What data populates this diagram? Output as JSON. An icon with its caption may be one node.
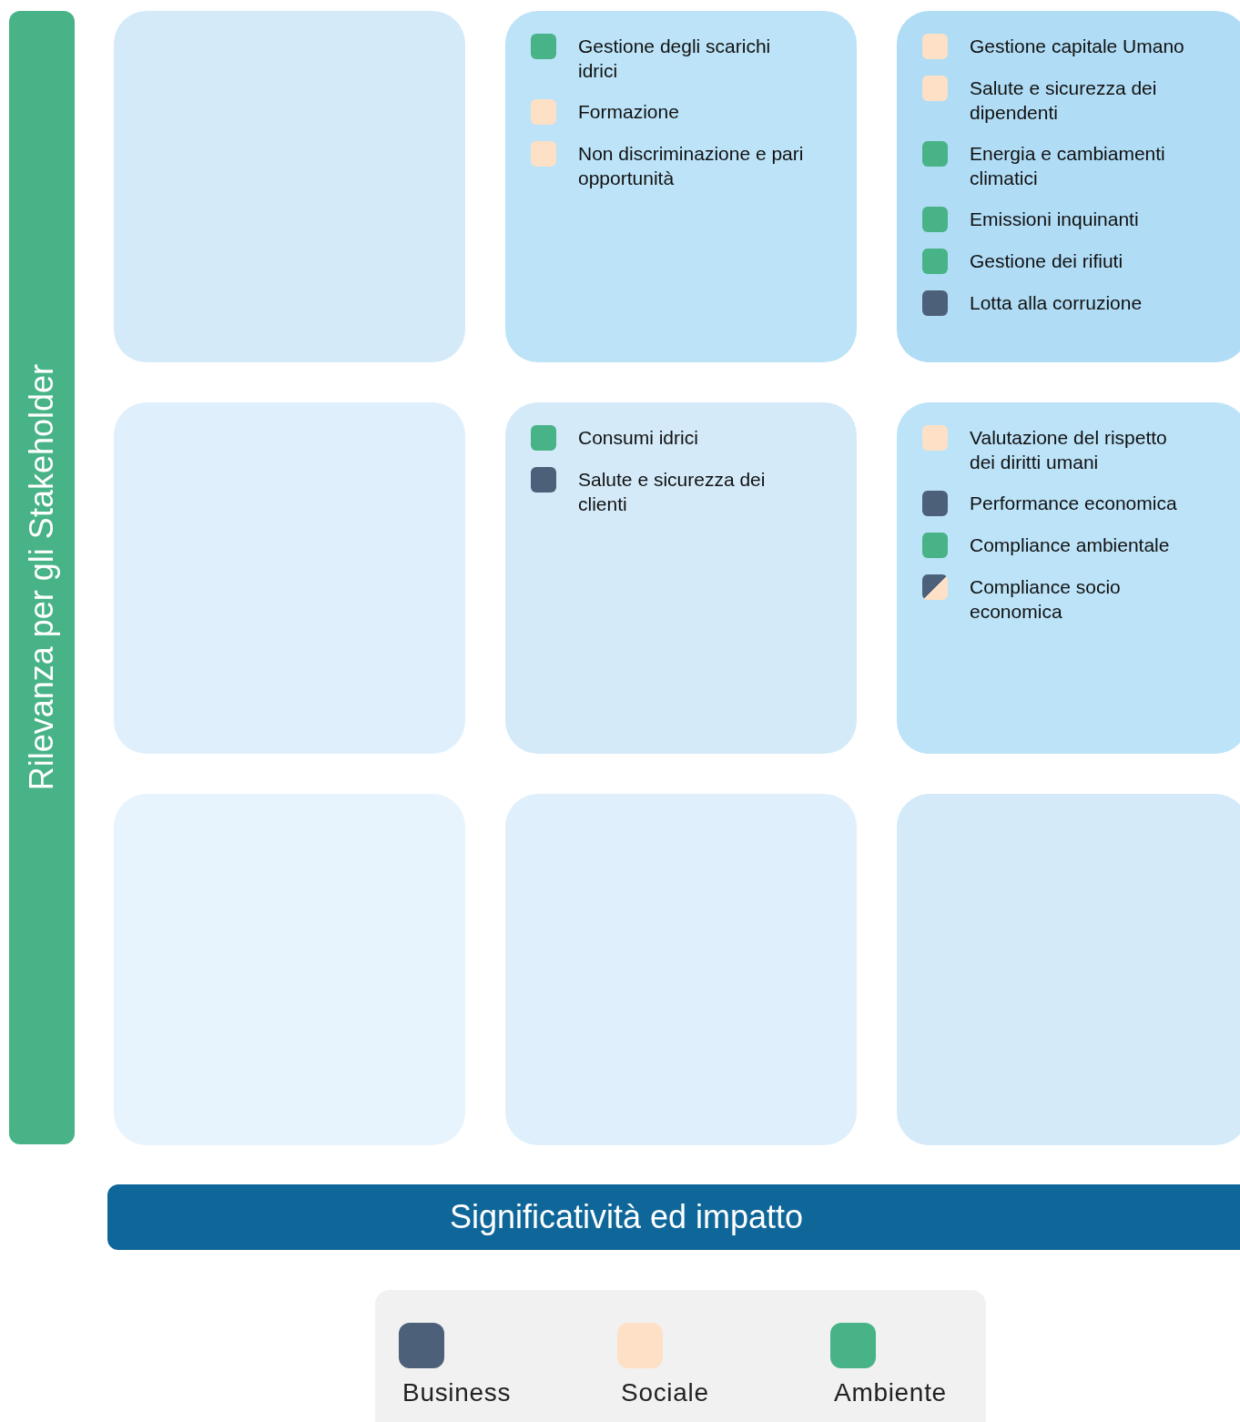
{
  "diagram": {
    "nodes": [
      {
        "text": [
          "Rilevanza per gli Stakeholder"
        ]
      },
      {
        "text": [],
        "shape": "box"
      },
      {
        "text": [],
        "shape": "box"
      },
      {
        "text": [
          "Gestione degli scarichi idrici"
        ],
        "in": 2
      },
      {
        "text": [
          "Formazione"
        ],
        "in": 2
      },
      {
        "text": [
          "Non discriminazione e pari opportunità"
        ],
        "in": 2
      },
      {
        "text": [],
        "shape": "box"
      },
      {
        "text": [
          "Gestione capitale Umano"
        ],
        "in": 6
      },
      {
        "text": [
          "Salute e sicurezza dei dipendenti"
        ],
        "in": 6
      },
      {
        "text": [
          "Energia e cambiamenti climatici"
        ],
        "in": 6
      },
      {
        "text": [
          "Emissioni inquinanti"
        ],
        "in": 6
      },
      {
        "text": [
          "Gestione dei rifiuti"
        ],
        "in": 6
      },
      {
        "text": [
          "Lotta alla corruzione"
        ],
        "in": 6
      },
      {
        "text": [],
        "shape": "box"
      },
      {
        "text": [],
        "shape": "box"
      },
      {
        "text": [
          "Consumi idrici"
        ],
        "in": 14
      },
      {
        "text": [
          "Salute e sicurezza dei clienti"
        ],
        "in": 14
      },
      {
        "text": [],
        "shape": "box"
      },
      {
        "text": [
          "Valutazione del rispetto dei diritti umani"
        ],
        "in": 17
      },
      {
        "text": [
          "Performance economica"
        ],
        "in": 17
      },
      {
        "text": [
          "Compliance ambientale"
        ],
        "in": 17
      },
      {
        "text": [
          "Compliance socio economica"
        ],
        "in": 17
      },
      {
        "text": [],
        "shape": "box"
      },
      {
        "text": [],
        "shape": "box"
      },
      {
        "text": [],
        "shape": "box"
      },
      {
        "text": [
          "Significatività ed impatto"
        ]
      }
    ],
    "legend": [
      {
        "text": "Business",
        "color": "#4d6079"
      },
      {
        "text": "Sociale",
        "color": "#fde0c5"
      },
      {
        "text": "Ambiente",
        "color": "#47b386"
      }
    ]
  }
}
